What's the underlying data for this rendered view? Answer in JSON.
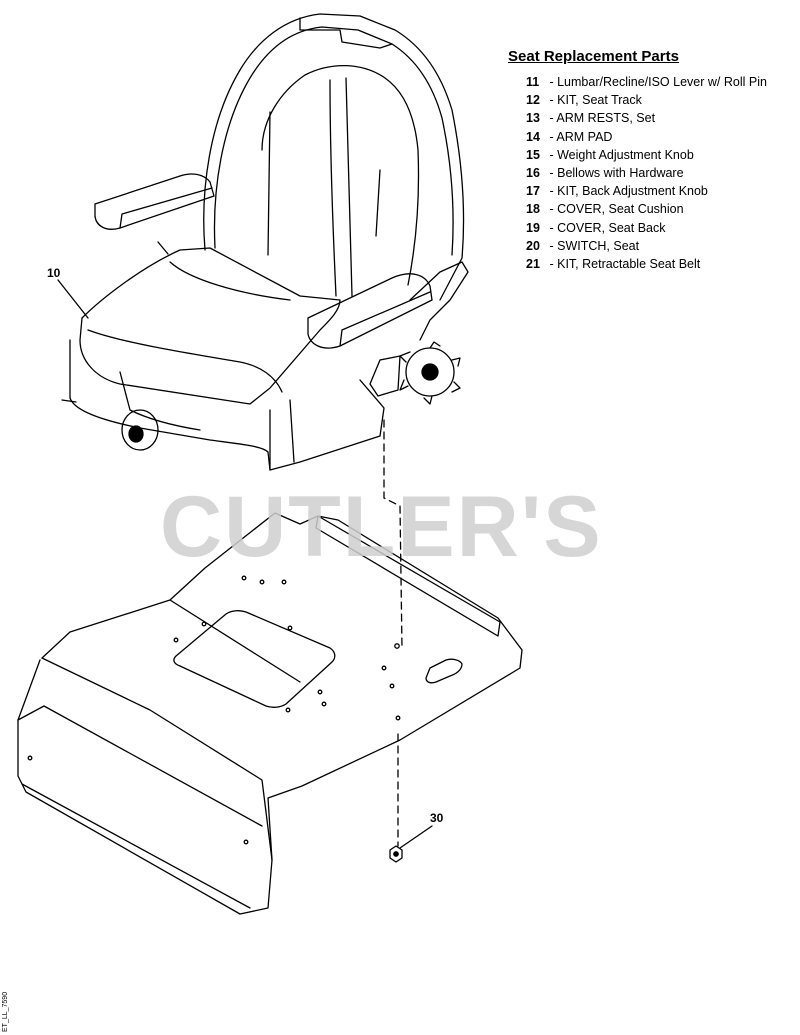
{
  "watermark": "CUTLER'S",
  "legend": {
    "title": "Seat Replacement Parts",
    "items": [
      {
        "num": "11",
        "desc": "Lumbar/Recline/ISO Lever w/ Roll Pin"
      },
      {
        "num": "12",
        "desc": "KIT, Seat Track"
      },
      {
        "num": "13",
        "desc": "ARM RESTS, Set"
      },
      {
        "num": "14",
        "desc": "ARM PAD"
      },
      {
        "num": "15",
        "desc": "Weight Adjustment Knob"
      },
      {
        "num": "16",
        "desc": "Bellows with Hardware"
      },
      {
        "num": "17",
        "desc": "KIT, Back Adjustment Knob"
      },
      {
        "num": "18",
        "desc": "COVER, Seat Cushion"
      },
      {
        "num": "19",
        "desc": "COVER, Seat Back"
      },
      {
        "num": "20",
        "desc": "SWITCH, Seat"
      },
      {
        "num": "21",
        "desc": "KIT, Retractable Seat Belt"
      }
    ]
  },
  "callouts": {
    "seat": "10",
    "nut": "30"
  },
  "side_code": "ET_LL_7590"
}
